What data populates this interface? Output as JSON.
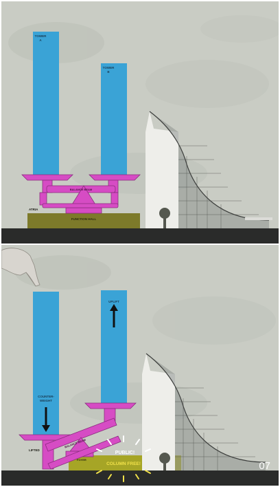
{
  "colors": {
    "sky": "#c9ccc4",
    "tower": "#3aa3d6",
    "scale": "#d64cc4",
    "base": "#7d7a2a",
    "base_lit": "#a6a526",
    "ground": "#2a2b2a",
    "building": "#eeeeea"
  },
  "panel_top": {
    "tower_a_label": [
      "TOWER",
      "A"
    ],
    "tower_b_label": [
      "TOWER",
      "B"
    ],
    "beam_label": "BALANCE BEAM",
    "left_side_label": "ATRIA",
    "base_label": "FUNCTION HALL"
  },
  "panel_bottom": {
    "uplift_label": "UPLIFT",
    "counterweight_label": [
      "COUNTER-",
      "WEIGHT"
    ],
    "beam_label": "BALANCE BEAM",
    "left_side_label": "LIFTED",
    "base_small_label": "FOYER",
    "public_label": "PUBLIC!",
    "column_free_label": "COLUMN FREE!"
  },
  "icons": {
    "hand": "pointing-hand-icon",
    "down_arrow": "arrow-down-icon",
    "up_arrow": "arrow-up-icon",
    "burst": "light-burst-icon"
  },
  "page_number": "07"
}
